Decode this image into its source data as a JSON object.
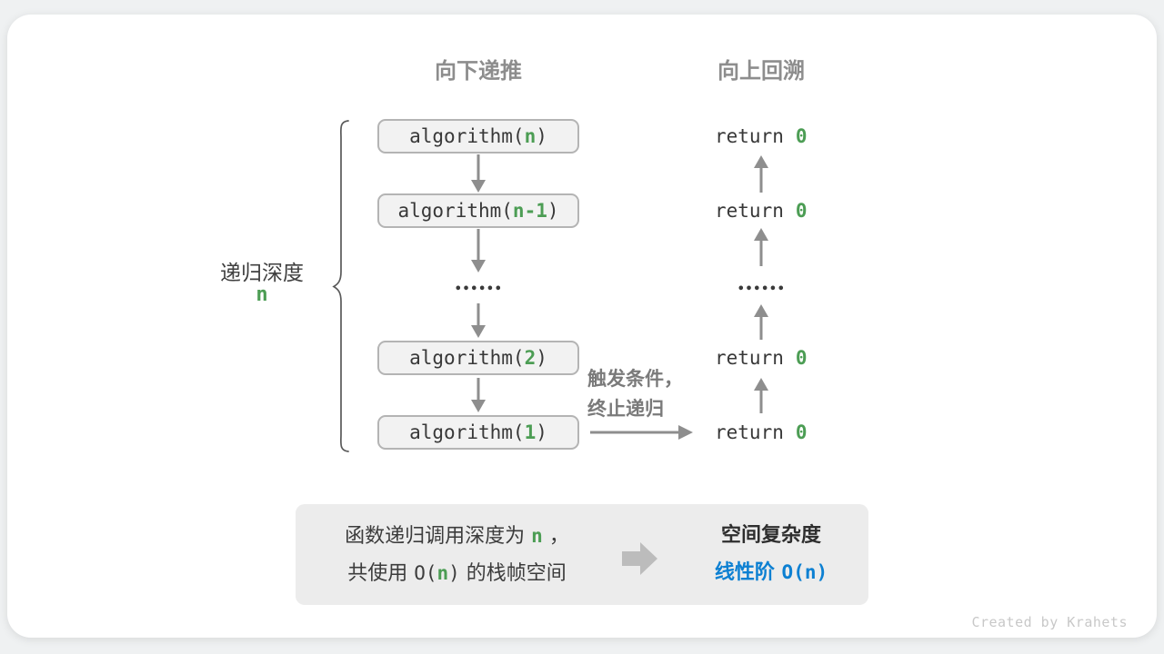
{
  "colors": {
    "green": "#4c9d54",
    "blue": "#0d80d2"
  },
  "headers": {
    "down": "向下递推",
    "up": "向上回溯"
  },
  "depth_label": {
    "text": "递归深度",
    "value": "n"
  },
  "stack": {
    "boxes": [
      {
        "pre": "algorithm(",
        "param": "n",
        "post": ")"
      },
      {
        "pre": "algorithm(",
        "param": "n-1",
        "post": ")"
      },
      {
        "pre": "algorithm(",
        "param": "2",
        "post": ")"
      },
      {
        "pre": "algorithm(",
        "param": "1",
        "post": ")"
      }
    ],
    "ellipsis": "••••••"
  },
  "returns": {
    "keyword": "return",
    "value": "0",
    "ellipsis": "••••••"
  },
  "base_case_note": {
    "line1": "触发条件，",
    "line2": "终止递归"
  },
  "summary": {
    "left": {
      "line1": {
        "pre": "函数递归调用深度为 ",
        "param": "n",
        "post": " ，"
      },
      "line2": {
        "pre": "共使用 ",
        "code_open": "O(",
        "param": "n",
        "code_close": ")",
        "post": " 的栈帧空间"
      }
    },
    "right": {
      "title": "空间复杂度",
      "result_text": "线性阶 ",
      "result_code": "O(n)"
    }
  },
  "watermark": "Created by Krahets"
}
